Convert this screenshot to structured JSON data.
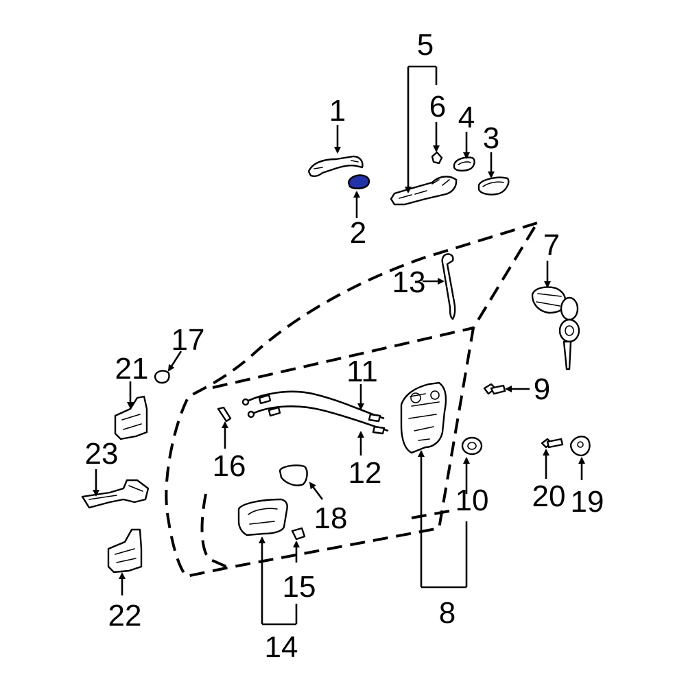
{
  "diagram": {
    "callouts": [
      "1",
      "2",
      "3",
      "4",
      "5",
      "6",
      "7",
      "8",
      "9",
      "10",
      "11",
      "12",
      "13",
      "14",
      "15",
      "16",
      "17",
      "18",
      "19",
      "20",
      "21",
      "22",
      "23"
    ],
    "highlight_color": "#2233aa"
  }
}
